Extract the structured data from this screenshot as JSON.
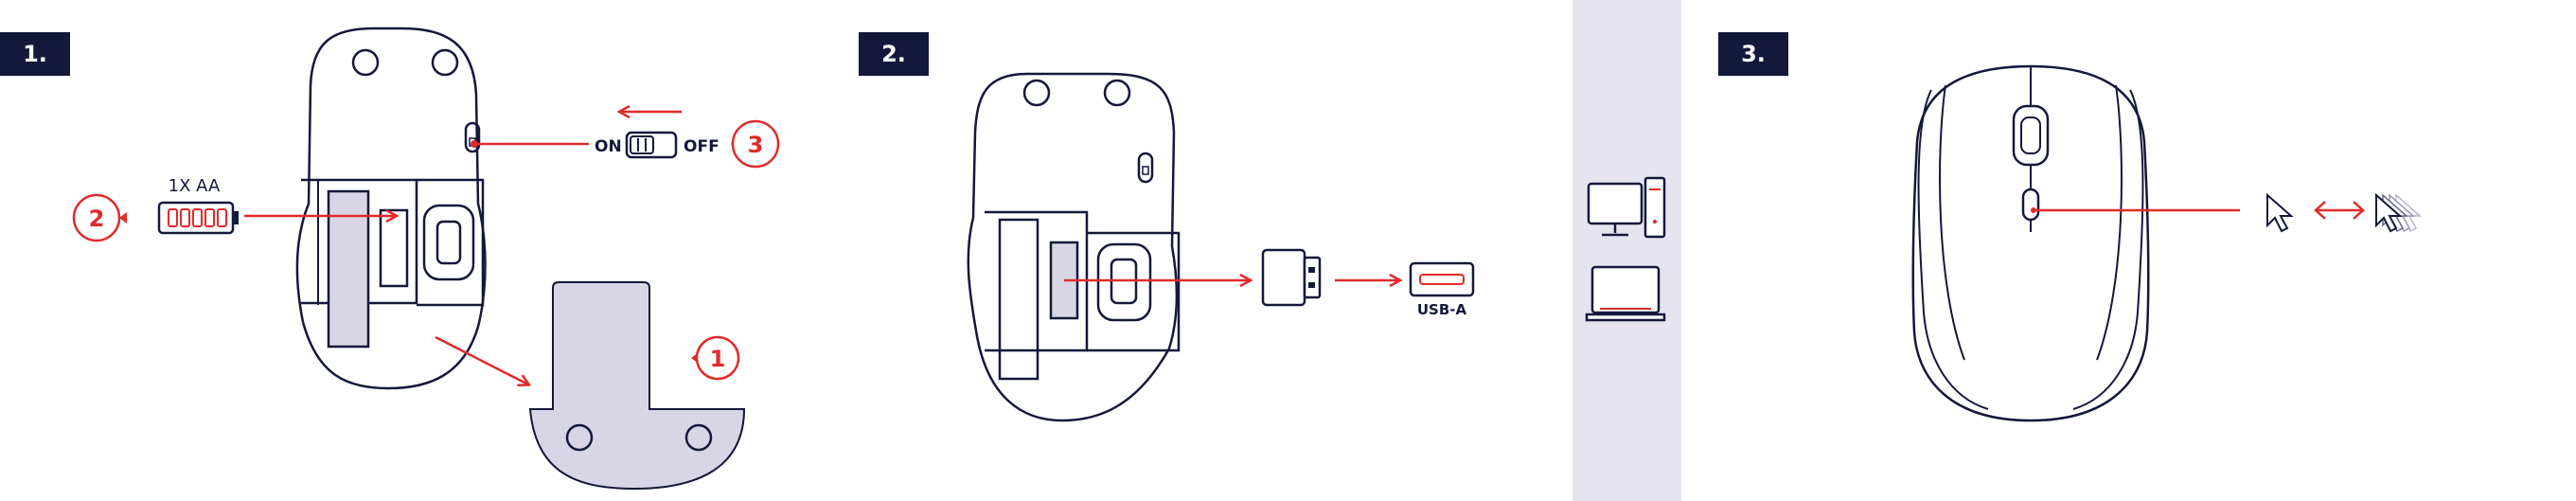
{
  "steps": [
    {
      "badge": "1."
    },
    {
      "badge": "2."
    },
    {
      "badge": "3."
    }
  ],
  "step1": {
    "battery_label": "1X AA",
    "switch_on": "ON",
    "switch_off": "OFF",
    "callout_cover": "1",
    "callout_battery": "2",
    "callout_switch": "3"
  },
  "step2": {
    "port_label": "USB-A"
  },
  "colors": {
    "navy": "#14183a",
    "accent_red": "#e02a2a",
    "panel_grey": "#d8d6e6",
    "divider_panel": "#e6e4f0"
  },
  "icons": [
    "mouse-bottom-icon",
    "battery-icon",
    "power-switch-icon",
    "battery-cover-icon",
    "usb-receiver-icon",
    "usb-port-icon",
    "desktop-computer-icon",
    "laptop-icon",
    "mouse-top-icon",
    "cursor-icon",
    "double-arrow-icon",
    "cursor-motion-icon"
  ]
}
